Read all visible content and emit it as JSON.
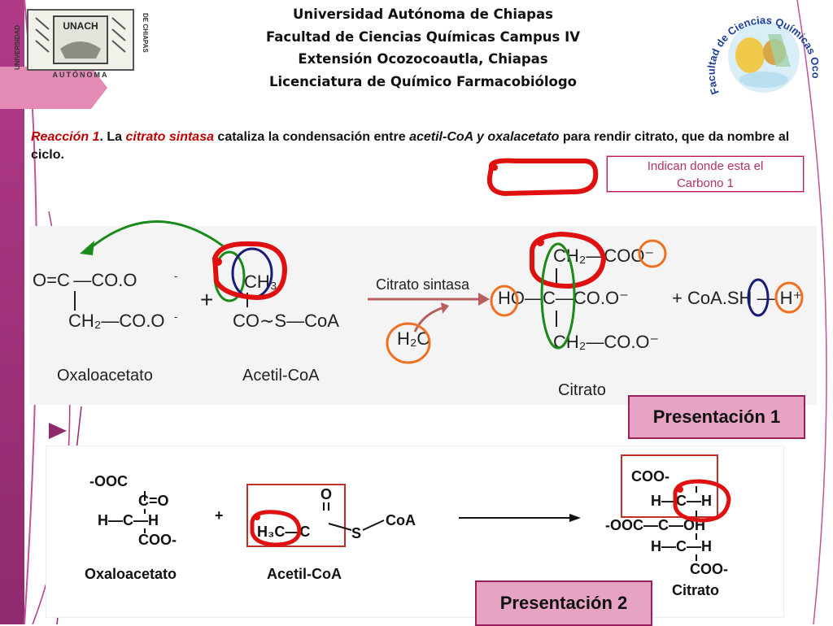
{
  "header": {
    "line1": "Universidad Autónoma de Chiapas",
    "line2": "Facultad de Ciencias Químicas Campus IV",
    "line3": "Extensión Ocozocoautla, Chiapas",
    "line4": "Licenciatura de Químico Farmacobiólogo"
  },
  "logo_left": {
    "text_unach": "UNACH",
    "text_universidad": "UNIVERSIDAD",
    "text_chiapas": "DE CHIAPAS",
    "text_autonoma": "AUTÓNOMA"
  },
  "logo_right": {
    "text": "Facultad de Ciencias Químicas Ocozocoautla"
  },
  "reaction": {
    "label": "Reacción 1",
    "p1": ". La ",
    "enzyme": "citrato sintasa",
    "p2": " cataliza la condensación entre ",
    "s1": "acetil-CoA y oxalacetato",
    "p3": " para rendir citrato, que da nombre al ciclo."
  },
  "note": {
    "line1": "Indican donde esta el",
    "line2": "Carbono 1"
  },
  "scheme1": {
    "oxalo_top": "O=C —CO.O",
    "oxalo_bottom": "CH₂—CO.O",
    "oxalo_label": "Oxaloacetato",
    "acetil_top": "CH₃",
    "acetil_bottom": "CO∼S—CoA",
    "acetil_label": "Acetil-CoA",
    "enzyme": "Citrato sintasa",
    "water": "H₂O",
    "citrato_top": "CH₂—COO⁻",
    "citrato_mid": "HO—C—CO.O⁻",
    "citrato_bottom": "CH₂—CO.O⁻",
    "citrato_label": "Citrato",
    "products": "+ CoA.SH — H⁺",
    "plus": "+"
  },
  "scheme2": {
    "oxalo_l1": "-OOC",
    "oxalo_l2": "C=O",
    "oxalo_l3": "H—C—H",
    "oxalo_l4": "COO-",
    "oxalo_label": "Oxaloacetato",
    "acetil_o": "O",
    "acetil_main": "H₃C—C",
    "acetil_s": "S",
    "acetil_coa": "CoA",
    "acetil_label": "Acetil-CoA",
    "cit_l1": "COO-",
    "cit_l2": "H—C—H",
    "cit_l3": "-OOC—C—OH",
    "cit_l4": "H—C—H",
    "cit_l5": "COO-",
    "cit_label": "Citrato",
    "plus": "+"
  },
  "buttons": {
    "pres1": "Presentación 1",
    "pres2": "Presentación 2"
  },
  "colors": {
    "accent": "#b03a86",
    "pink": "#e7a3c4",
    "red_mark": "#e01010",
    "green_mark": "#1a8a1a",
    "navy_mark": "#1a1a7a",
    "orange_mark": "#f07020"
  }
}
